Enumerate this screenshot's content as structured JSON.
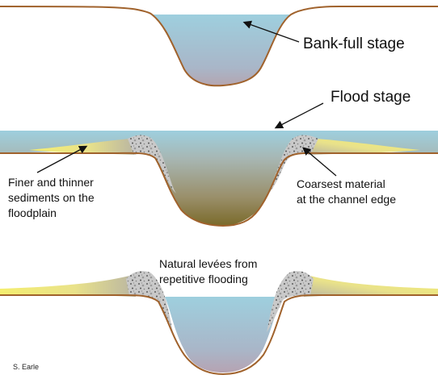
{
  "labels": {
    "bankfull": "Bank-full stage",
    "flood": "Flood stage",
    "finer": "Finer and thinner\nsediments on the\nfloodplain",
    "coarsest": "Coarsest material\nat the channel edge",
    "levees": "Natural levées from\nrepetitive flooding",
    "credit": "S. Earle"
  },
  "colors": {
    "water": "#9ecfde",
    "bank_line": "#a0622c",
    "fine_sediment": "#f4ee70",
    "silt": "#b9b5a2",
    "coarse_gravel": "#c8c8c8",
    "murky_bottom": "#7a6a2a"
  }
}
